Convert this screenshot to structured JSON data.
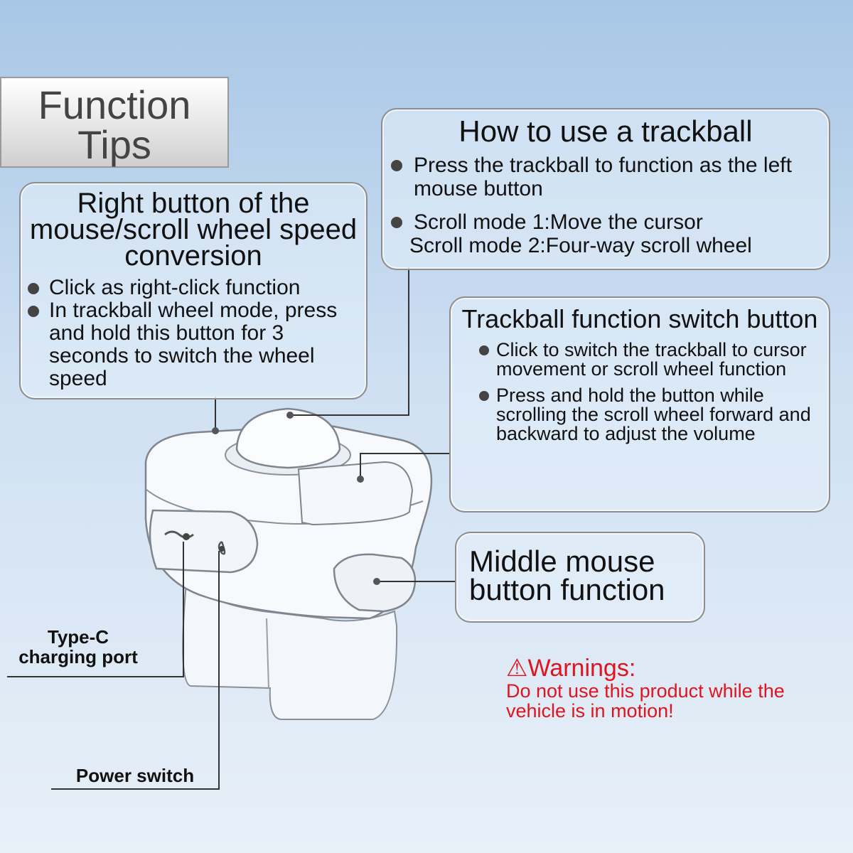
{
  "tag": {
    "line1": "Function",
    "line2": "Tips"
  },
  "trackball_box": {
    "title": "How to use a trackball",
    "bullet1": "Press the trackball to function as the left mouse button",
    "bullet2_line1": "Scroll mode 1:Move the cursor",
    "bullet2_line2": "Scroll mode 2:Four-way scroll wheel"
  },
  "right_box": {
    "title": "Right button of the mouse/scroll wheel speed conversion",
    "bullet1": "Click as right-click function",
    "bullet2": "In trackball wheel mode, press and hold this button for 3 seconds to switch the wheel speed"
  },
  "switch_box": {
    "title": "Trackball function switch button",
    "bullet1": "Click to switch the trackball to cursor movement or scroll wheel function",
    "bullet2": "Press and hold the button while scrolling the scroll wheel forward and backward to adjust the volume"
  },
  "middle_box": {
    "title": "Middle mouse button function"
  },
  "labels": {
    "typec": "Type-C charging port",
    "power": "Power switch"
  },
  "warning": {
    "title": "Warnings:",
    "body": "Do not use this product while the vehicle is in motion!",
    "color": "#e0141e"
  }
}
